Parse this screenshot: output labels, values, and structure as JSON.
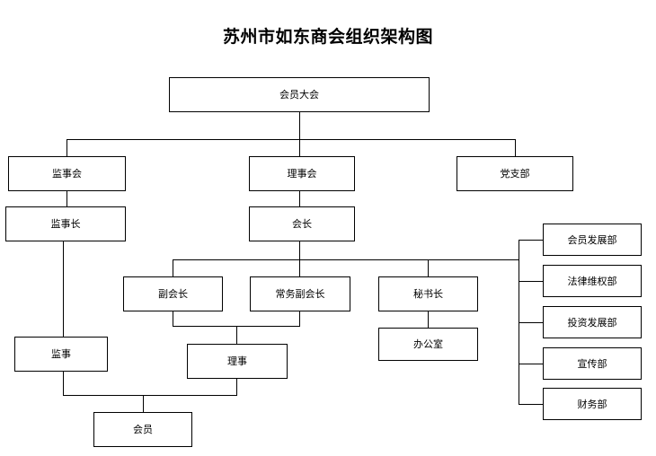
{
  "chart": {
    "title": "苏州市如东商会组织架构图",
    "type": "org-chart",
    "background_color": "#ffffff",
    "line_color": "#000000",
    "box_border_color": "#000000",
    "box_fill_color": "#ffffff",
    "text_color": "#000000"
  },
  "nodes": {
    "assembly": {
      "label": "会员大会"
    },
    "supervisory_board": {
      "label": "监事会"
    },
    "council": {
      "label": "理事会"
    },
    "party_branch": {
      "label": "党支部"
    },
    "chief_supervisor": {
      "label": "监事长"
    },
    "president": {
      "label": "会长"
    },
    "vice_president": {
      "label": "副会长"
    },
    "executive_vice_president": {
      "label": "常务副会长"
    },
    "secretary_general": {
      "label": "秘书长"
    },
    "office": {
      "label": "办公室"
    },
    "supervisor": {
      "label": "监事"
    },
    "director": {
      "label": "理事"
    },
    "member": {
      "label": "会员"
    },
    "dept_member_development": {
      "label": "会员发展部"
    },
    "dept_legal_rights": {
      "label": "法律维权部"
    },
    "dept_investment_development": {
      "label": "投资发展部"
    },
    "dept_publicity": {
      "label": "宣传部"
    },
    "dept_finance": {
      "label": "财务部"
    }
  }
}
